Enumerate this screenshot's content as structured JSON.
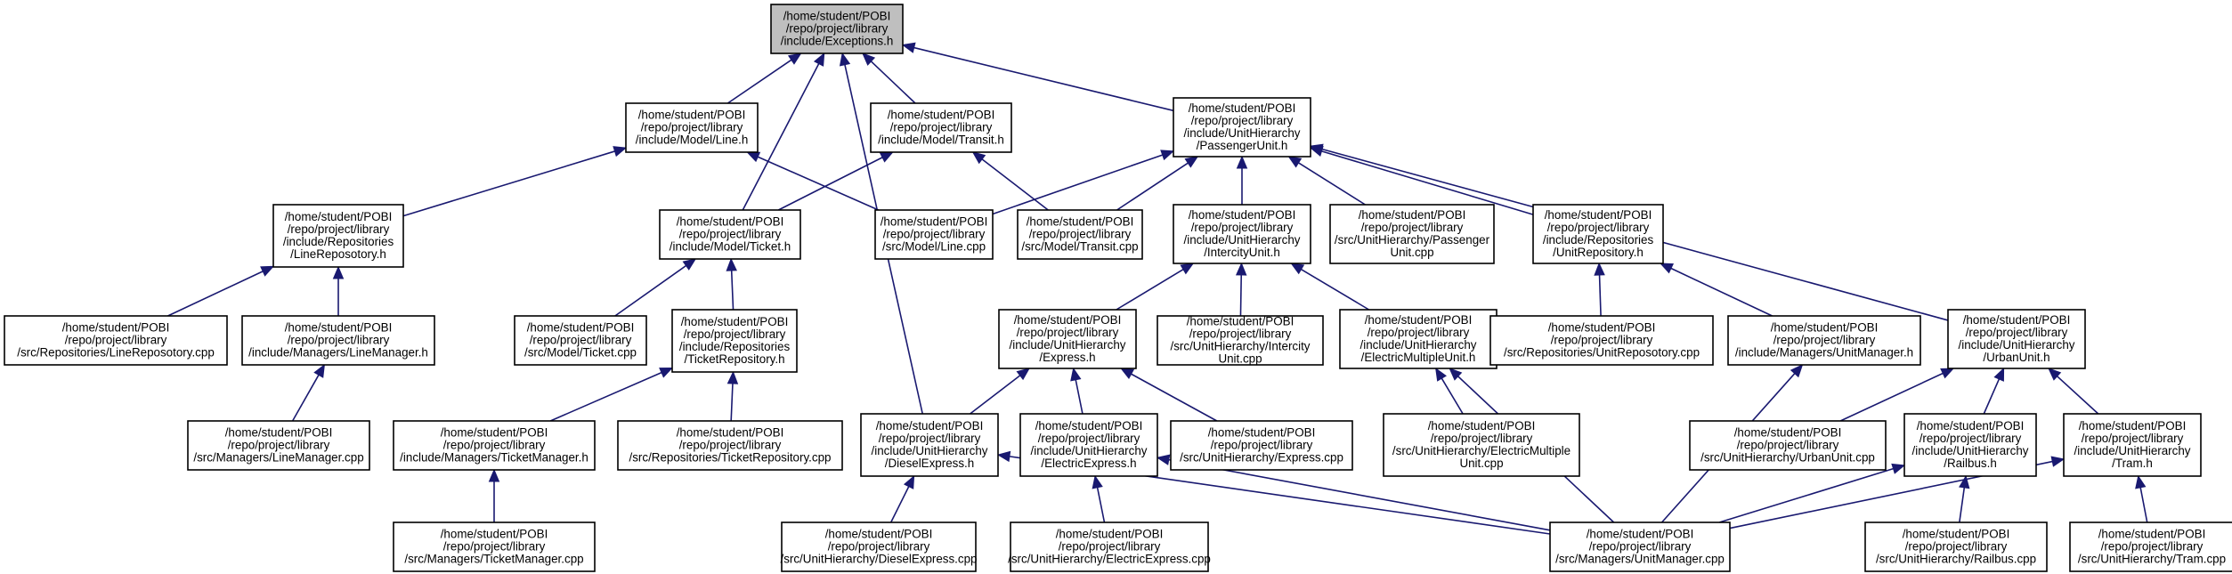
{
  "colors": {
    "edge": "#191970",
    "node_border": "#000000",
    "root_fill": "#bfbfbf",
    "node_fill": "#ffffff"
  },
  "nodes": [
    {
      "id": "exceptions_h",
      "lines": [
        "/home/student/POBI",
        "/repo/project/library",
        "/include/Exceptions.h"
      ],
      "root": true
    },
    {
      "id": "line_h",
      "lines": [
        "/home/student/POBI",
        "/repo/project/library",
        "/include/Model/Line.h"
      ]
    },
    {
      "id": "transit_h",
      "lines": [
        "/home/student/POBI",
        "/repo/project/library",
        "/include/Model/Transit.h"
      ]
    },
    {
      "id": "passengerunit_h",
      "lines": [
        "/home/student/POBI",
        "/repo/project/library",
        "/include/UnitHierarchy",
        "/PassengerUnit.h"
      ]
    },
    {
      "id": "linerepository_h",
      "lines": [
        "/home/student/POBI",
        "/repo/project/library",
        "/include/Repositories",
        "/LineReposotory.h"
      ]
    },
    {
      "id": "ticket_h",
      "lines": [
        "/home/student/POBI",
        "/repo/project/library",
        "/include/Model/Ticket.h"
      ]
    },
    {
      "id": "line_cpp",
      "lines": [
        "/home/student/POBI",
        "/repo/project/library",
        "/src/Model/Line.cpp"
      ]
    },
    {
      "id": "transit_cpp",
      "lines": [
        "/home/student/POBI",
        "/repo/project/library",
        "/src/Model/Transit.cpp"
      ]
    },
    {
      "id": "intercityunit_h",
      "lines": [
        "/home/student/POBI",
        "/repo/project/library",
        "/include/UnitHierarchy",
        "/IntercityUnit.h"
      ]
    },
    {
      "id": "passengerunit_cpp",
      "lines": [
        "/home/student/POBI",
        "/repo/project/library",
        "/src/UnitHierarchy/Passenger",
        "Unit.cpp"
      ]
    },
    {
      "id": "unitrepository_h",
      "lines": [
        "/home/student/POBI",
        "/repo/project/library",
        "/include/Repositories",
        "/UnitRepository.h"
      ]
    },
    {
      "id": "linerepository_cpp",
      "lines": [
        "/home/student/POBI",
        "/repo/project/library",
        "/src/Repositories/LineReposotory.cpp"
      ]
    },
    {
      "id": "linemanager_h",
      "lines": [
        "/home/student/POBI",
        "/repo/project/library",
        "/include/Managers/LineManager.h"
      ]
    },
    {
      "id": "ticket_cpp",
      "lines": [
        "/home/student/POBI",
        "/repo/project/library",
        "/src/Model/Ticket.cpp"
      ]
    },
    {
      "id": "ticketrepository_h",
      "lines": [
        "/home/student/POBI",
        "/repo/project/library",
        "/include/Repositories",
        "/TicketRepository.h"
      ]
    },
    {
      "id": "express_h",
      "lines": [
        "/home/student/POBI",
        "/repo/project/library",
        "/include/UnitHierarchy",
        "/Express.h"
      ]
    },
    {
      "id": "intercityunit_cpp",
      "lines": [
        "/home/student/POBI",
        "/repo/project/library",
        "/src/UnitHierarchy/Intercity",
        "Unit.cpp"
      ]
    },
    {
      "id": "electricmultipleunit_h",
      "lines": [
        "/home/student/POBI",
        "/repo/project/library",
        "/include/UnitHierarchy",
        "/ElectricMultipleUnit.h"
      ]
    },
    {
      "id": "unitrepository_cpp",
      "lines": [
        "/home/student/POBI",
        "/repo/project/library",
        "/src/Repositories/UnitReposotory.cpp"
      ]
    },
    {
      "id": "unitmanager_h",
      "lines": [
        "/home/student/POBI",
        "/repo/project/library",
        "/include/Managers/UnitManager.h"
      ]
    },
    {
      "id": "urbanunit_h",
      "lines": [
        "/home/student/POBI",
        "/repo/project/library",
        "/include/UnitHierarchy",
        "/UrbanUnit.h"
      ]
    },
    {
      "id": "linemanager_cpp",
      "lines": [
        "/home/student/POBI",
        "/repo/project/library",
        "/src/Managers/LineManager.cpp"
      ]
    },
    {
      "id": "ticketmanager_h",
      "lines": [
        "/home/student/POBI",
        "/repo/project/library",
        "/include/Managers/TicketManager.h"
      ]
    },
    {
      "id": "ticketrepository_cpp",
      "lines": [
        "/home/student/POBI",
        "/repo/project/library",
        "/src/Repositories/TicketRepository.cpp"
      ]
    },
    {
      "id": "dieselexpress_h",
      "lines": [
        "/home/student/POBI",
        "/repo/project/library",
        "/include/UnitHierarchy",
        "/DieselExpress.h"
      ]
    },
    {
      "id": "electricexpress_h",
      "lines": [
        "/home/student/POBI",
        "/repo/project/library",
        "/include/UnitHierarchy",
        "/ElectricExpress.h"
      ]
    },
    {
      "id": "express_cpp",
      "lines": [
        "/home/student/POBI",
        "/repo/project/library",
        "/src/UnitHierarchy/Express.cpp"
      ]
    },
    {
      "id": "electricmultipleunit_cpp",
      "lines": [
        "/home/student/POBI",
        "/repo/project/library",
        "/src/UnitHierarchy/ElectricMultiple",
        "Unit.cpp"
      ]
    },
    {
      "id": "urbanunit_cpp",
      "lines": [
        "/home/student/POBI",
        "/repo/project/library",
        "/src/UnitHierarchy/UrbanUnit.cpp"
      ]
    },
    {
      "id": "railbus_h",
      "lines": [
        "/home/student/POBI",
        "/repo/project/library",
        "/include/UnitHierarchy",
        "/Railbus.h"
      ]
    },
    {
      "id": "tram_h",
      "lines": [
        "/home/student/POBI",
        "/repo/project/library",
        "/include/UnitHierarchy",
        "/Tram.h"
      ]
    },
    {
      "id": "ticketmanager_cpp",
      "lines": [
        "/home/student/POBI",
        "/repo/project/library",
        "/src/Managers/TicketManager.cpp"
      ]
    },
    {
      "id": "dieselexpress_cpp",
      "lines": [
        "/home/student/POBI",
        "/repo/project/library",
        "/src/UnitHierarchy/DieselExpress.cpp"
      ]
    },
    {
      "id": "electricexpress_cpp",
      "lines": [
        "/home/student/POBI",
        "/repo/project/library",
        "/src/UnitHierarchy/ElectricExpress.cpp"
      ]
    },
    {
      "id": "unitmanager_cpp",
      "lines": [
        "/home/student/POBI",
        "/repo/project/library",
        "/src/Managers/UnitManager.cpp"
      ]
    },
    {
      "id": "railbus_cpp",
      "lines": [
        "/home/student/POBI",
        "/repo/project/library",
        "/src/UnitHierarchy/Railbus.cpp"
      ]
    },
    {
      "id": "tram_cpp",
      "lines": [
        "/home/student/POBI",
        "/repo/project/library",
        "/src/UnitHierarchy/Tram.cpp"
      ]
    }
  ],
  "edges": [
    [
      "line_h",
      "exceptions_h"
    ],
    [
      "transit_h",
      "exceptions_h"
    ],
    [
      "passengerunit_h",
      "exceptions_h"
    ],
    [
      "ticket_h",
      "exceptions_h"
    ],
    [
      "dieselexpress_h",
      "exceptions_h"
    ],
    [
      "linerepository_h",
      "line_h"
    ],
    [
      "line_cpp",
      "line_h"
    ],
    [
      "ticket_h",
      "transit_h"
    ],
    [
      "transit_cpp",
      "transit_h"
    ],
    [
      "line_cpp",
      "passengerunit_h"
    ],
    [
      "transit_cpp",
      "passengerunit_h"
    ],
    [
      "intercityunit_h",
      "passengerunit_h"
    ],
    [
      "passengerunit_cpp",
      "passengerunit_h"
    ],
    [
      "unitrepository_h",
      "passengerunit_h"
    ],
    [
      "urbanunit_h",
      "passengerunit_h"
    ],
    [
      "linerepository_cpp",
      "linerepository_h"
    ],
    [
      "linemanager_h",
      "linerepository_h"
    ],
    [
      "ticket_cpp",
      "ticket_h"
    ],
    [
      "ticketrepository_h",
      "ticket_h"
    ],
    [
      "express_h",
      "intercityunit_h"
    ],
    [
      "intercityunit_cpp",
      "intercityunit_h"
    ],
    [
      "electricmultipleunit_h",
      "intercityunit_h"
    ],
    [
      "unitrepository_cpp",
      "unitrepository_h"
    ],
    [
      "unitmanager_h",
      "unitrepository_h"
    ],
    [
      "linemanager_cpp",
      "linemanager_h"
    ],
    [
      "ticketmanager_h",
      "ticketrepository_h"
    ],
    [
      "ticketrepository_cpp",
      "ticketrepository_h"
    ],
    [
      "dieselexpress_h",
      "express_h"
    ],
    [
      "electricexpress_h",
      "express_h"
    ],
    [
      "express_cpp",
      "express_h"
    ],
    [
      "electricmultipleunit_cpp",
      "electricmultipleunit_h"
    ],
    [
      "unitmanager_cpp",
      "electricmultipleunit_h"
    ],
    [
      "unitmanager_cpp",
      "unitmanager_h"
    ],
    [
      "urbanunit_cpp",
      "urbanunit_h"
    ],
    [
      "railbus_h",
      "urbanunit_h"
    ],
    [
      "tram_h",
      "urbanunit_h"
    ],
    [
      "ticketmanager_cpp",
      "ticketmanager_h"
    ],
    [
      "dieselexpress_cpp",
      "dieselexpress_h"
    ],
    [
      "unitmanager_cpp",
      "dieselexpress_h"
    ],
    [
      "electricexpress_cpp",
      "electricexpress_h"
    ],
    [
      "unitmanager_cpp",
      "electricexpress_h"
    ],
    [
      "unitmanager_cpp",
      "railbus_h"
    ],
    [
      "railbus_cpp",
      "railbus_h"
    ],
    [
      "unitmanager_cpp",
      "tram_h"
    ],
    [
      "tram_cpp",
      "tram_h"
    ]
  ]
}
